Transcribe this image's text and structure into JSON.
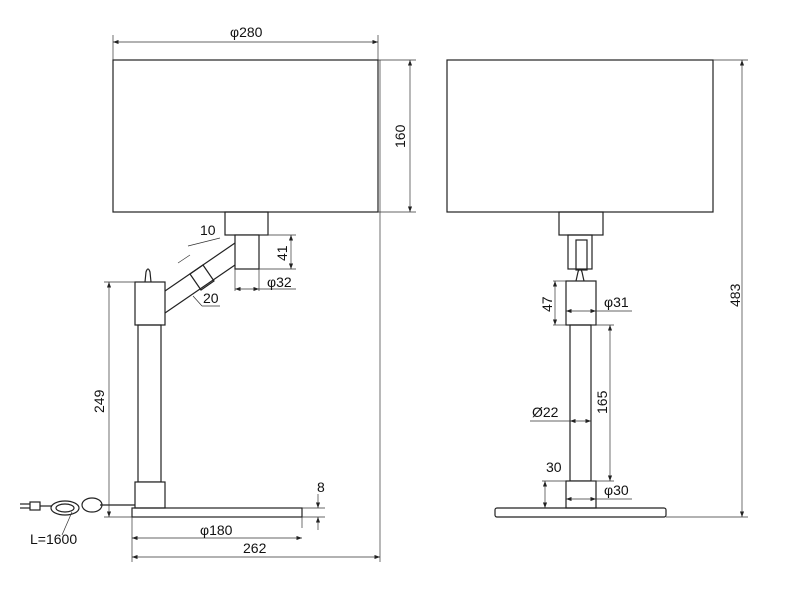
{
  "left_view": {
    "shade_diameter": "φ280",
    "shade_height": "160",
    "arm_band_width": "10",
    "arm_diameter": "20",
    "socket_height": "41",
    "socket_diameter": "φ32",
    "post_height": "249",
    "base_thickness": "8",
    "base_diameter": "φ180",
    "total_depth": "262",
    "cord_length": "L=1600"
  },
  "right_view": {
    "total_height": "483",
    "top_cap_height": "47",
    "top_cap_diameter": "φ31",
    "tube_length": "165",
    "tube_diameter": "Ø22",
    "bottom_cap_height": "30",
    "bottom_cap_diameter": "φ30"
  }
}
